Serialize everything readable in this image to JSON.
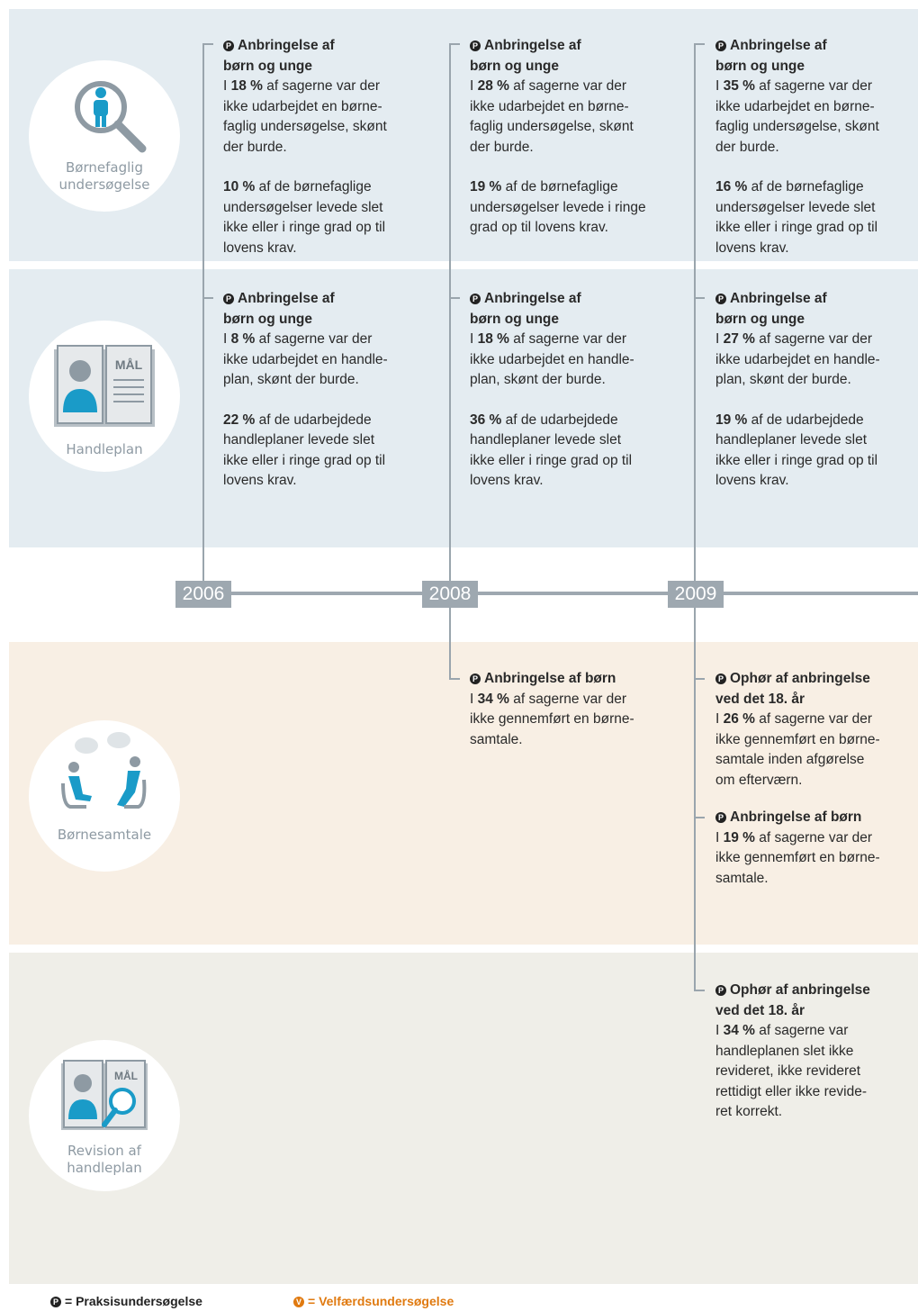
{
  "categories": {
    "bu": {
      "label_line1": "Børnefaglig",
      "label_line2": "undersøgelse",
      "icon": "person-magnifier-icon"
    },
    "hp": {
      "label": "Handleplan",
      "icon_text": "MÅL",
      "icon": "action-plan-book-icon"
    },
    "bs": {
      "label": "Børnesamtale",
      "icon": "conversation-icon"
    },
    "rv": {
      "label_line1": "Revision af",
      "label_line2": "handleplan",
      "icon_text": "MÅL",
      "icon": "plan-revision-icon"
    }
  },
  "years": [
    "2006",
    "2008",
    "2009"
  ],
  "badges": {
    "p": "P",
    "v": "V"
  },
  "colors": {
    "blue_band": "#e4ecf1",
    "orange_band": "#f8efe4",
    "gray_band": "#efeee8",
    "accent_blue": "#1a9bc8",
    "line_gray": "#9aa5ad",
    "velfaerd_orange": "#e07a10"
  },
  "cards": {
    "bu2006": {
      "h1": "Anbringelse af",
      "h2": "børn og unge",
      "p1_pre": "I ",
      "p1_val": "18 %",
      "p1_post": " af sagerne var der",
      "p1_l2": "ikke udarbejdet en børne-",
      "p1_l3": "faglig undersøgelse, skønt",
      "p1_l4": "der burde.",
      "p2_val": "10 %",
      "p2_post": " af de børnefaglige",
      "p2_l2": "undersøgelser levede slet",
      "p2_l3": "ikke eller i ringe grad op til",
      "p2_l4": "lovens krav."
    },
    "bu2008": {
      "h1": "Anbringelse af",
      "h2": "børn og unge",
      "p1_pre": "I ",
      "p1_val": "28 %",
      "p1_post": " af sagerne var der",
      "p1_l2": "ikke udarbejdet en børne-",
      "p1_l3": "faglig undersøgelse, skønt",
      "p1_l4": "der burde.",
      "p2_val": "19 %",
      "p2_post": " af de børnefaglige",
      "p2_l2": "undersøgelser levede i ringe",
      "p2_l3": "grad op til lovens krav."
    },
    "bu2009": {
      "h1": "Anbringelse af",
      "h2": "børn og unge",
      "p1_pre": "I ",
      "p1_val": "35 %",
      "p1_post": " af sagerne var der",
      "p1_l2": "ikke  udarbejdet en børne-",
      "p1_l3": "faglig undersøgelse, skønt",
      "p1_l4": "der burde.",
      "p2_val": "16 %",
      "p2_post": " af de børnefaglige",
      "p2_l2": "undersøgelser levede slet",
      "p2_l3": "ikke eller i ringe grad op til",
      "p2_l4": "lovens krav."
    },
    "hp2006": {
      "h1": "Anbringelse af",
      "h2": "børn og unge",
      "p1_pre": "I ",
      "p1_val": "8 %",
      "p1_post": " af sagerne var der",
      "p1_l2": "ikke udarbejdet en handle-",
      "p1_l3": "plan, skønt der burde.",
      "p2_val": "22 %",
      "p2_post": " af de udarbejdede",
      "p2_l2": "handleplaner levede slet",
      "p2_l3": "ikke eller i ringe grad op til",
      "p2_l4": "lovens krav."
    },
    "hp2008": {
      "h1": "Anbringelse af",
      "h2": "børn og unge",
      "p1_pre": "I ",
      "p1_val": "18 %",
      "p1_post": " af sagerne var der",
      "p1_l2": "ikke udarbejdet en handle-",
      "p1_l3": "plan, skønt der burde.",
      "p2_val": "36 %",
      "p2_post": " af de udarbejdede",
      "p2_l2": "handleplaner levede slet",
      "p2_l3": "ikke eller i ringe grad op til",
      "p2_l4": "lovens krav."
    },
    "hp2009": {
      "h1": "Anbringelse af",
      "h2": "børn og unge",
      "p1_pre": "I ",
      "p1_val": "27 %",
      "p1_post": " af sagerne var der",
      "p1_l2": "ikke udarbejdet en handle-",
      "p1_l3": "plan, skønt der burde.",
      "p2_val": "19 %",
      "p2_post": " af de udarbejdede",
      "p2_l2": "handleplaner levede slet",
      "p2_l3": "ikke eller i ringe grad op til",
      "p2_l4": "lovens krav."
    },
    "bs2008": {
      "h1": "Anbringelse af børn",
      "p1_pre": "I ",
      "p1_val": "34 %",
      "p1_post": " af sagerne var der",
      "p1_l2": "ikke gennemført en børne-",
      "p1_l3": "samtale."
    },
    "bs2009a": {
      "h1": "Ophør af anbringelse",
      "h2": "ved det 18. år",
      "p1_pre": "I ",
      "p1_val": "26 %",
      "p1_post": " af sagerne var der",
      "p1_l2": "ikke gennemført en børne-",
      "p1_l3": "samtale inden afgørelse",
      "p1_l4": "om efterværn."
    },
    "bs2009b": {
      "h1": "Anbringelse af børn",
      "p1_pre": "I ",
      "p1_val": "19 %",
      "p1_post": " af sagerne var der",
      "p1_l2": "ikke gennemført en børne-",
      "p1_l3": "samtale."
    },
    "rv2009": {
      "h1": "Ophør af anbringelse",
      "h2": "ved det 18. år",
      "p1_pre": "I ",
      "p1_val": "34 %",
      "p1_post": " af sagerne var",
      "p1_l2": "handleplanen slet ikke",
      "p1_l3": "revideret, ikke revideret",
      "p1_l4": "rettidigt eller ikke revide-",
      "p1_l5": "ret korrekt."
    }
  },
  "legend": {
    "p": "= Praksisundersøgelse",
    "v": "= Velfærdsundersøgelse"
  }
}
